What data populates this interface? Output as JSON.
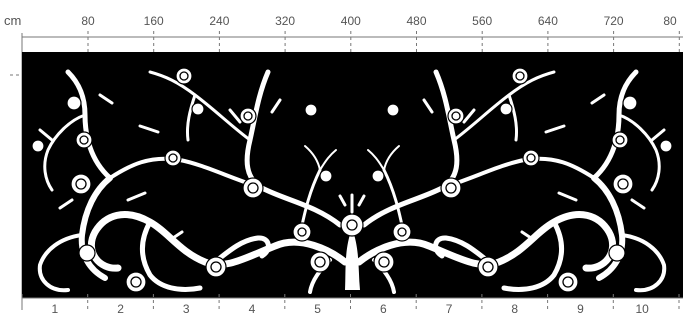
{
  "ruler": {
    "unit": "cm",
    "top_ticks": [
      "80",
      "160",
      "240",
      "320",
      "400",
      "480",
      "560",
      "640",
      "720",
      "80"
    ],
    "bottom_panels": [
      "1",
      "2",
      "3",
      "4",
      "5",
      "6",
      "7",
      "8",
      "9",
      "10"
    ]
  },
  "panel": {
    "background": "#000000",
    "ornament_color": "#ffffff",
    "description_visible": false
  }
}
